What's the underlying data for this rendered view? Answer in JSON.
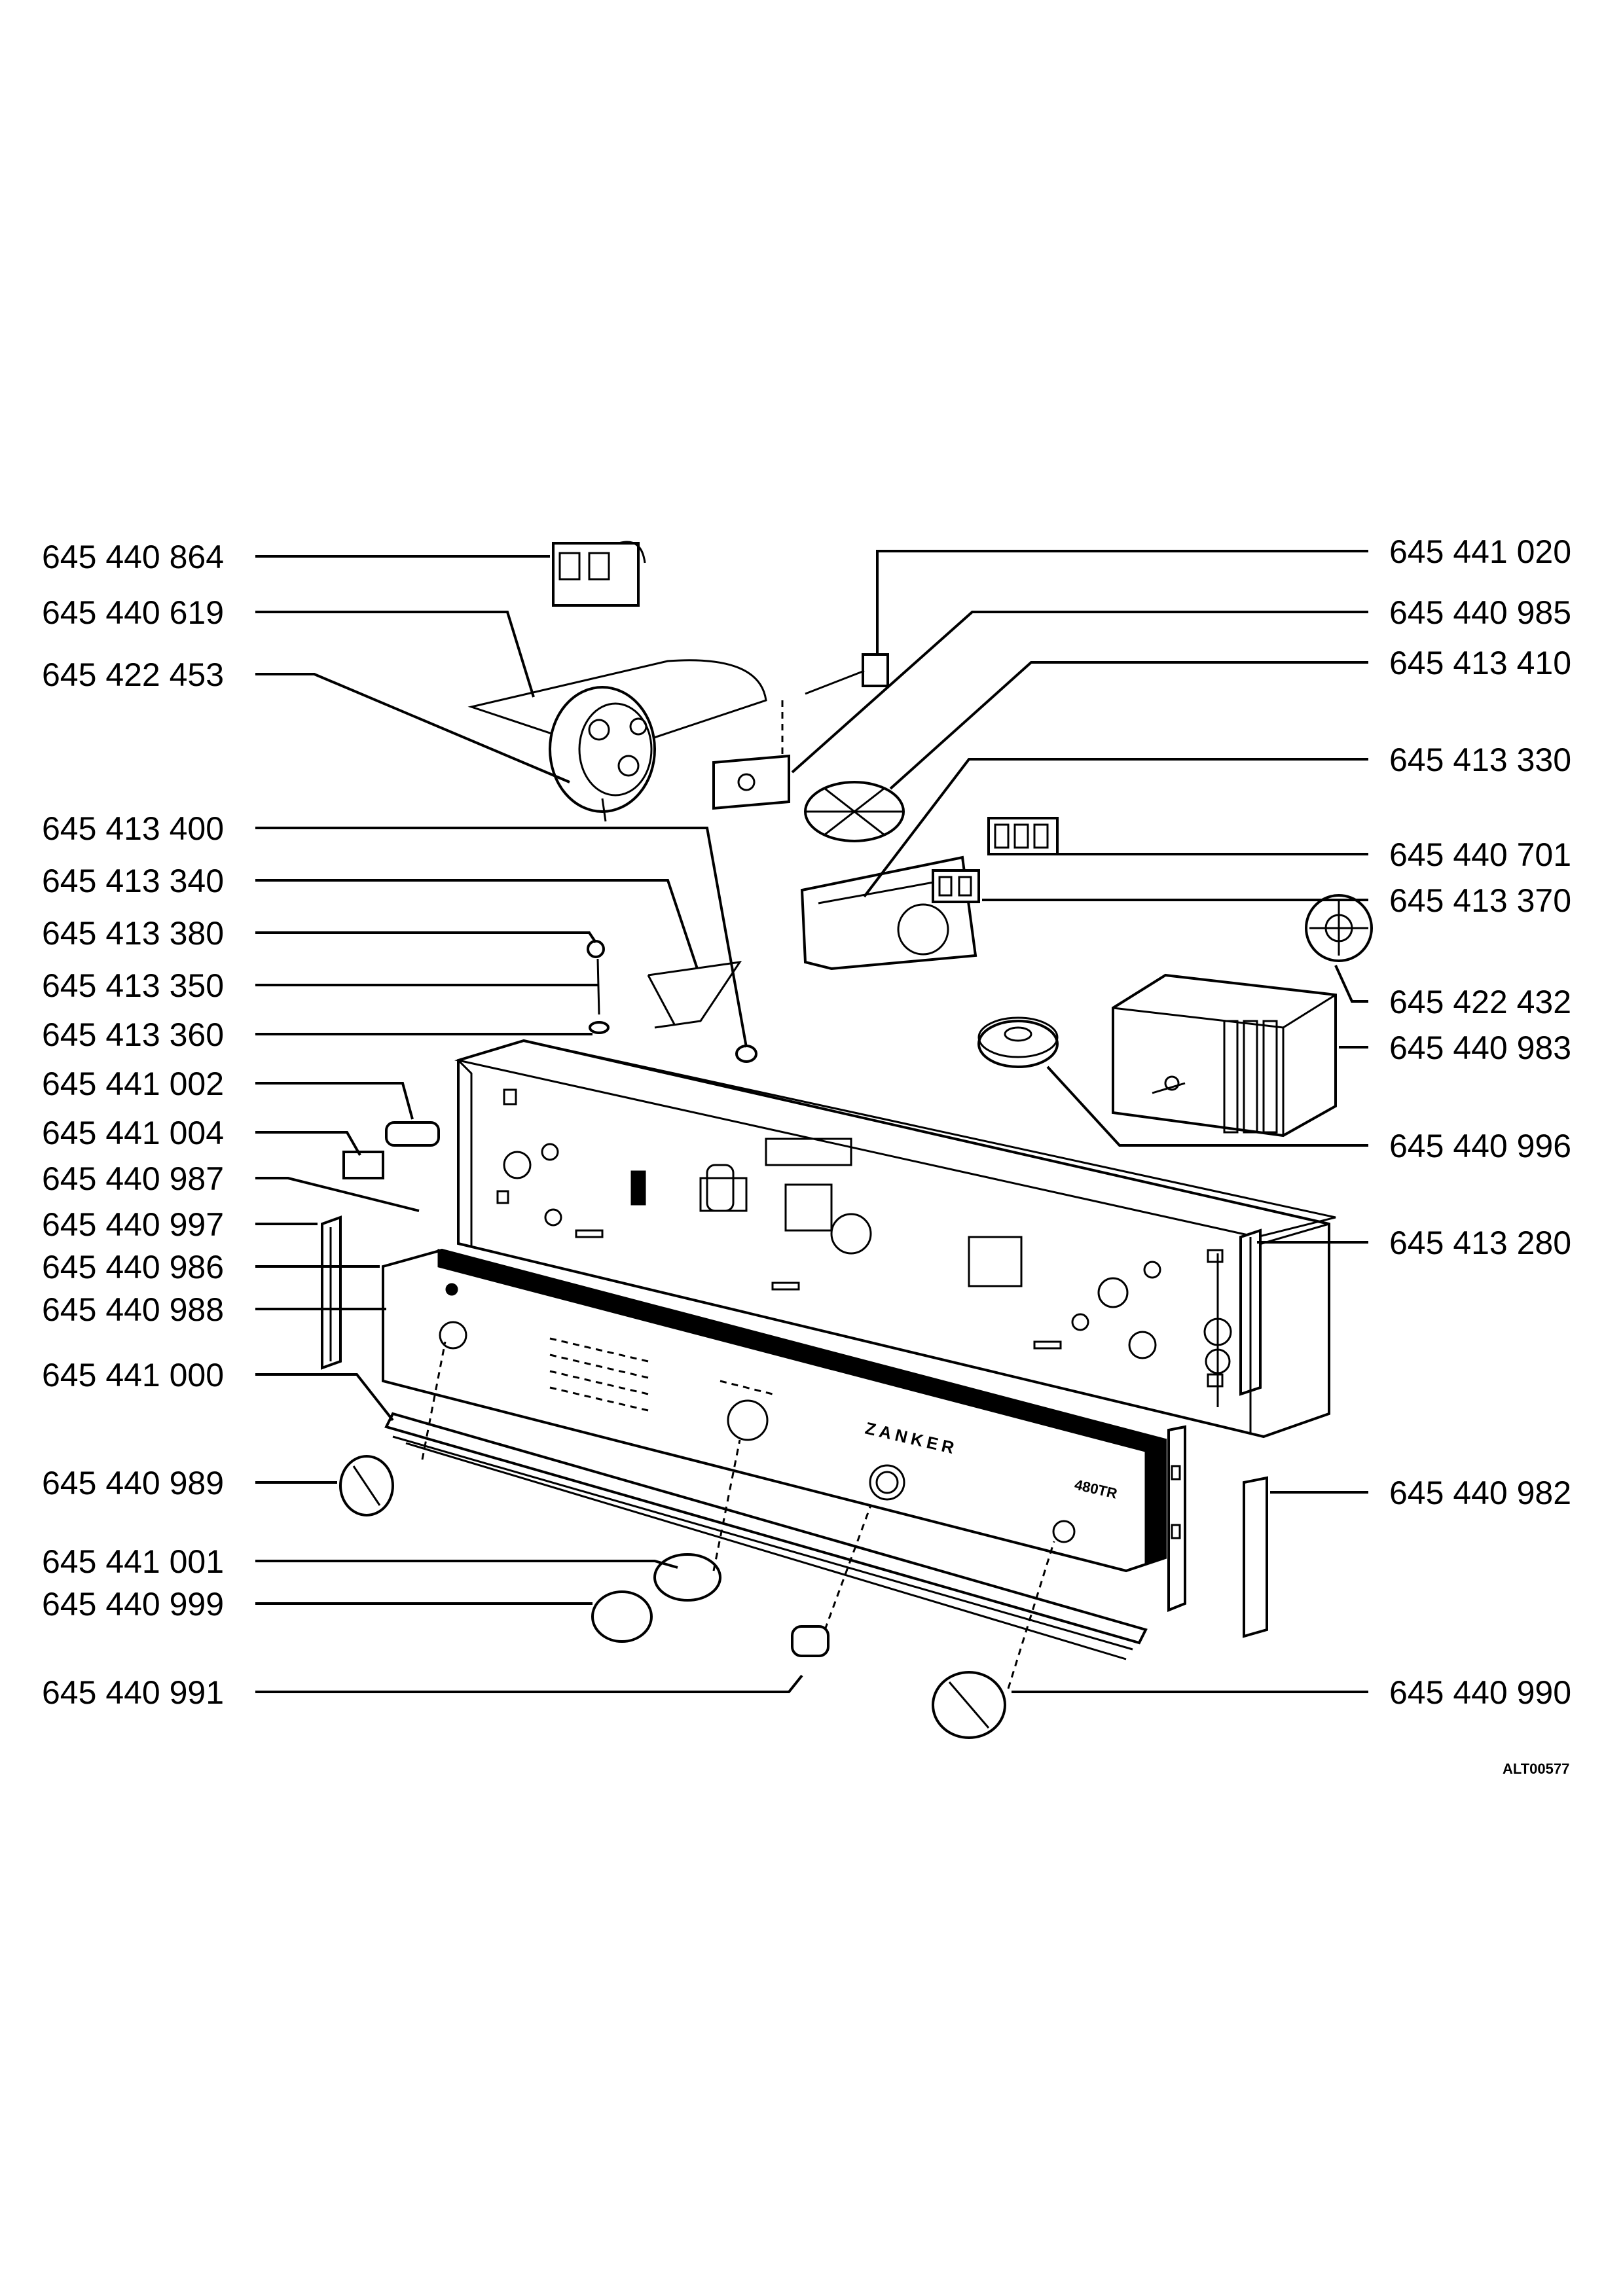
{
  "labels_left": [
    "645 440 864",
    "645 440 619",
    "645 422 453",
    "645 413 400",
    "645 413 340",
    "645 413 380",
    "645 413 350",
    "645 413 360",
    "645 441 002",
    "645 441 004",
    "645 440 987",
    "645 440 997",
    "645 440 986",
    "645 440 988",
    "645 441 000",
    "645 440 989",
    "645 441 001",
    "645 440 999",
    "645 440 991"
  ],
  "labels_right": [
    "645 441 020",
    "645 440 985",
    "645 413 410",
    "645 413 330",
    "645 440 701",
    "645 413 370",
    "645 422 432",
    "645 440 983",
    "645 440 996",
    "645 413 280",
    "645 440 982",
    "645 440 990"
  ],
  "panel_brand": "ZANKER",
  "panel_model": "480TR",
  "drawing_code": "ALT00577"
}
